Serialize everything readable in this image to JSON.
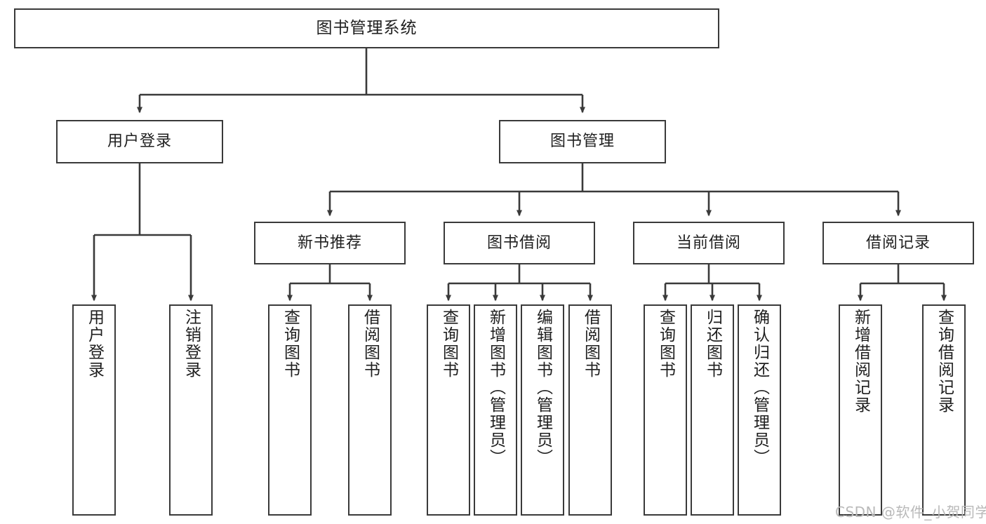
{
  "diagram": {
    "title": "图书管理系统",
    "type": "hierarchy-tree",
    "background_color": "#ffffff",
    "box_border_color": "#3a3a3a",
    "text_color": "#1f1f1f",
    "nodes": {
      "root": {
        "label": "图书管理系统"
      },
      "level2": [
        {
          "label": "用户登录"
        },
        {
          "label": "图书管理"
        }
      ],
      "level3": [
        {
          "label": "新书推荐"
        },
        {
          "label": "图书借阅"
        },
        {
          "label": "当前借阅"
        },
        {
          "label": "借阅记录"
        }
      ],
      "leaves_user_login": [
        {
          "label": "用户登录"
        },
        {
          "label": "注销登录"
        }
      ],
      "leaves_new_book": [
        {
          "label": "查询图书"
        },
        {
          "label": "借阅图书"
        }
      ],
      "leaves_book_borrow": [
        {
          "label": "查询图书"
        },
        {
          "label": "新增图书（管理员）"
        },
        {
          "label": "编辑图书（管理员）"
        },
        {
          "label": "借阅图书"
        }
      ],
      "leaves_current_borrow": [
        {
          "label": "查询图书"
        },
        {
          "label": "归还图书"
        },
        {
          "label": "确认归还（管理员）"
        }
      ],
      "leaves_borrow_record": [
        {
          "label": "新增借阅记录"
        },
        {
          "label": "查询借阅记录"
        }
      ]
    },
    "watermark": "CSDN @软件_小贺同学"
  }
}
